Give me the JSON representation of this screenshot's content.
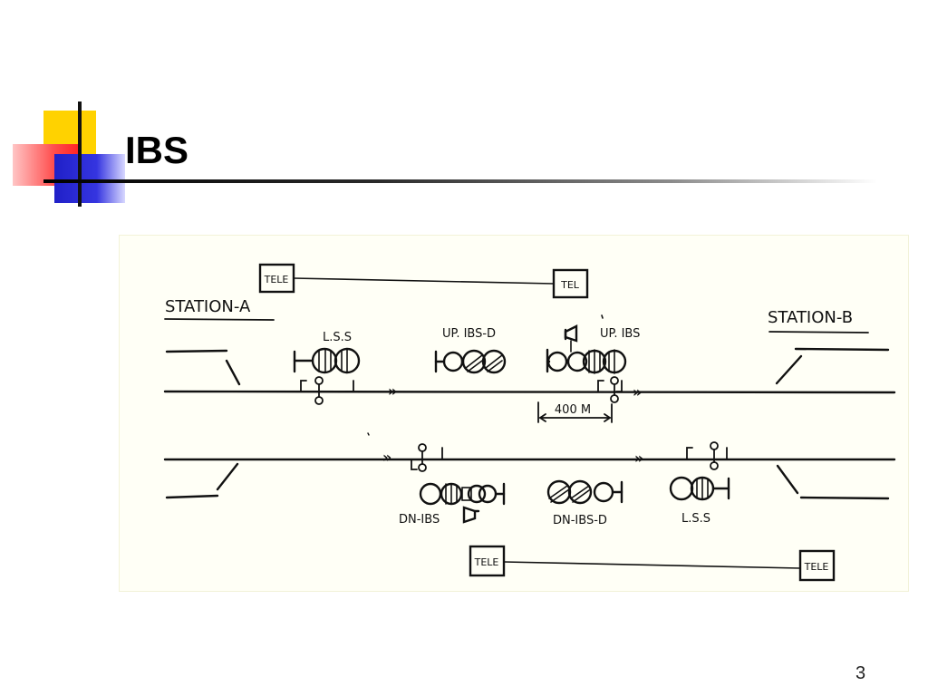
{
  "slide": {
    "title": "IBS",
    "page_number": "3"
  },
  "diagram": {
    "station_a": "STATION-A",
    "station_b": "STATION-B",
    "tele_boxes": [
      "TELE",
      "TEL",
      "TELE",
      "TELE"
    ],
    "up_lss_label": "L.S.S",
    "up_ibs_d_label": "UP. IBS-D",
    "up_ibs_label": "UP. IBS",
    "distance_label": "400 M",
    "dn_ibs_label": "DN-IBS",
    "dn_ibs_d_label": "DN-IBS-D",
    "dn_lss_label": "L.S.S"
  },
  "colors": {
    "logo_yellow": "#ffd200",
    "logo_red": "#ff2020",
    "logo_blue": "#2020c8",
    "diagram_background": "#fffff6"
  }
}
